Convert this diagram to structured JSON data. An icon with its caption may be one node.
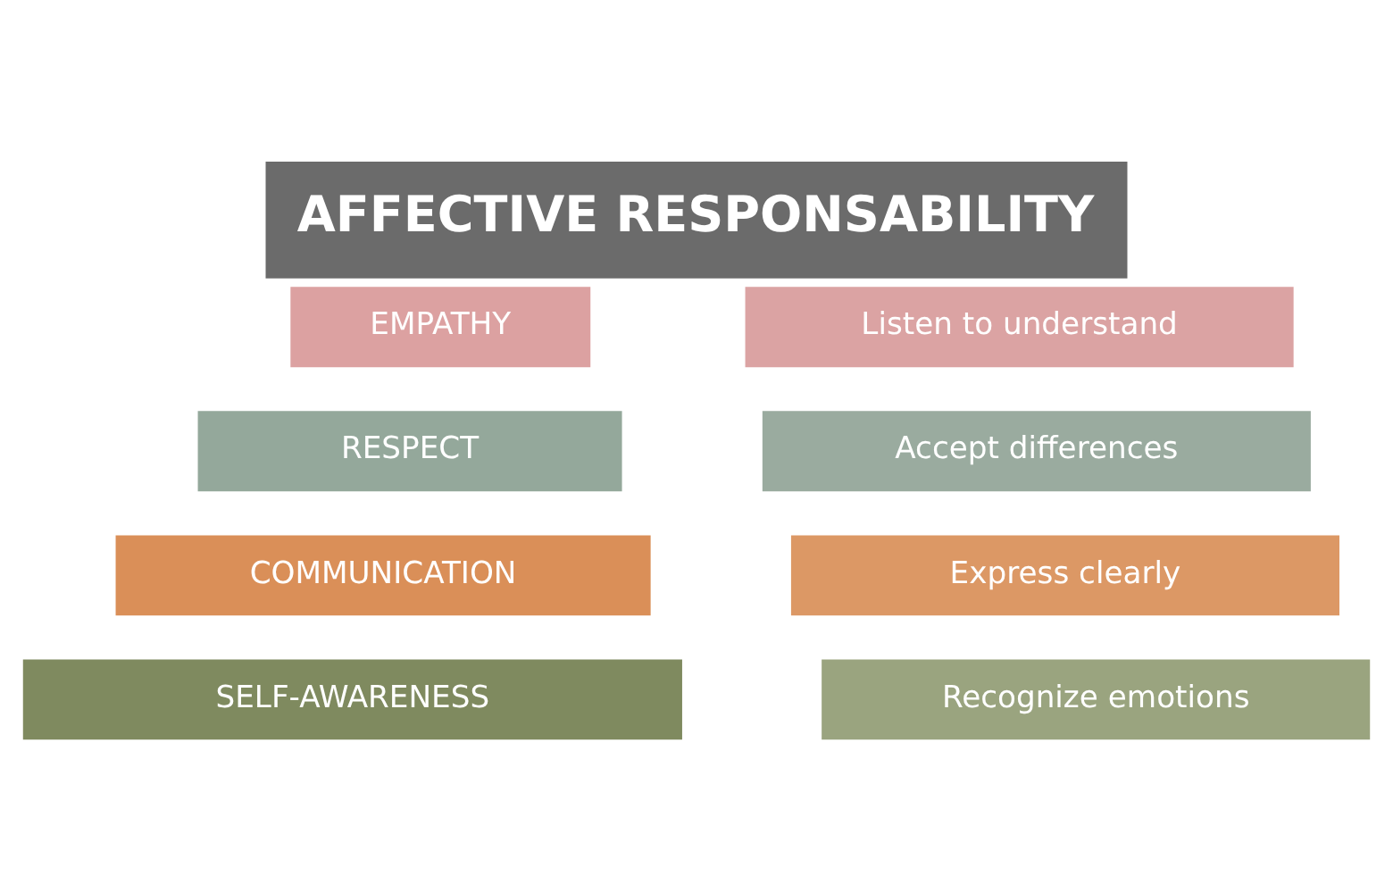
{
  "diagram": {
    "title": "AFFECTIVE RESPONSABILITY",
    "nodes": [
      {
        "text": [
          "EMPATHY"
        ]
      },
      {
        "text": [
          "Listen to understand"
        ]
      },
      {
        "text": [
          "RESPECT"
        ]
      },
      {
        "text": [
          "Accept differences"
        ]
      },
      {
        "text": [
          "COMMUNICATION"
        ]
      },
      {
        "text": [
          "Express clearly"
        ]
      },
      {
        "text": [
          "SELF-AWARENESS"
        ]
      },
      {
        "text": [
          "Recognize emotions"
        ]
      }
    ]
  }
}
